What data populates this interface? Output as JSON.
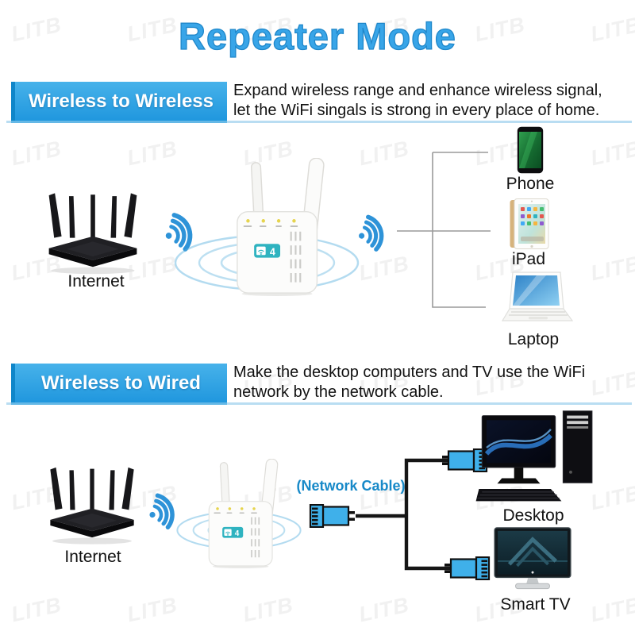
{
  "title": "Repeater Mode",
  "watermark": {
    "text": "LITB"
  },
  "colors": {
    "accent_blue": "#38A5E8",
    "banner_blue": "#2FA7E7",
    "wifi_blue": "#2E93D8",
    "cable_plug_blue": "#3FB0EA",
    "network_cable_text": "#1789C8"
  },
  "repeater": {
    "badge": "4"
  },
  "section1": {
    "banner_label": "Wireless to Wireless",
    "description_line1": "Expand wireless range and enhance wireless signal,",
    "description_line2": "let the WiFi singals is strong in every place of home.",
    "router_label": "Internet",
    "device_labels": {
      "phone": "Phone",
      "ipad": "iPad",
      "laptop": "Laptop"
    }
  },
  "section2": {
    "banner_label": "Wireless to Wired",
    "description_line1": "Make the desktop computers and TV use the WiFi",
    "description_line2": "network by the network cable.",
    "router_label": "Internet",
    "cable_label": "(Network Cable)",
    "device_labels": {
      "desktop": "Desktop",
      "smart_tv": "Smart TV"
    }
  }
}
